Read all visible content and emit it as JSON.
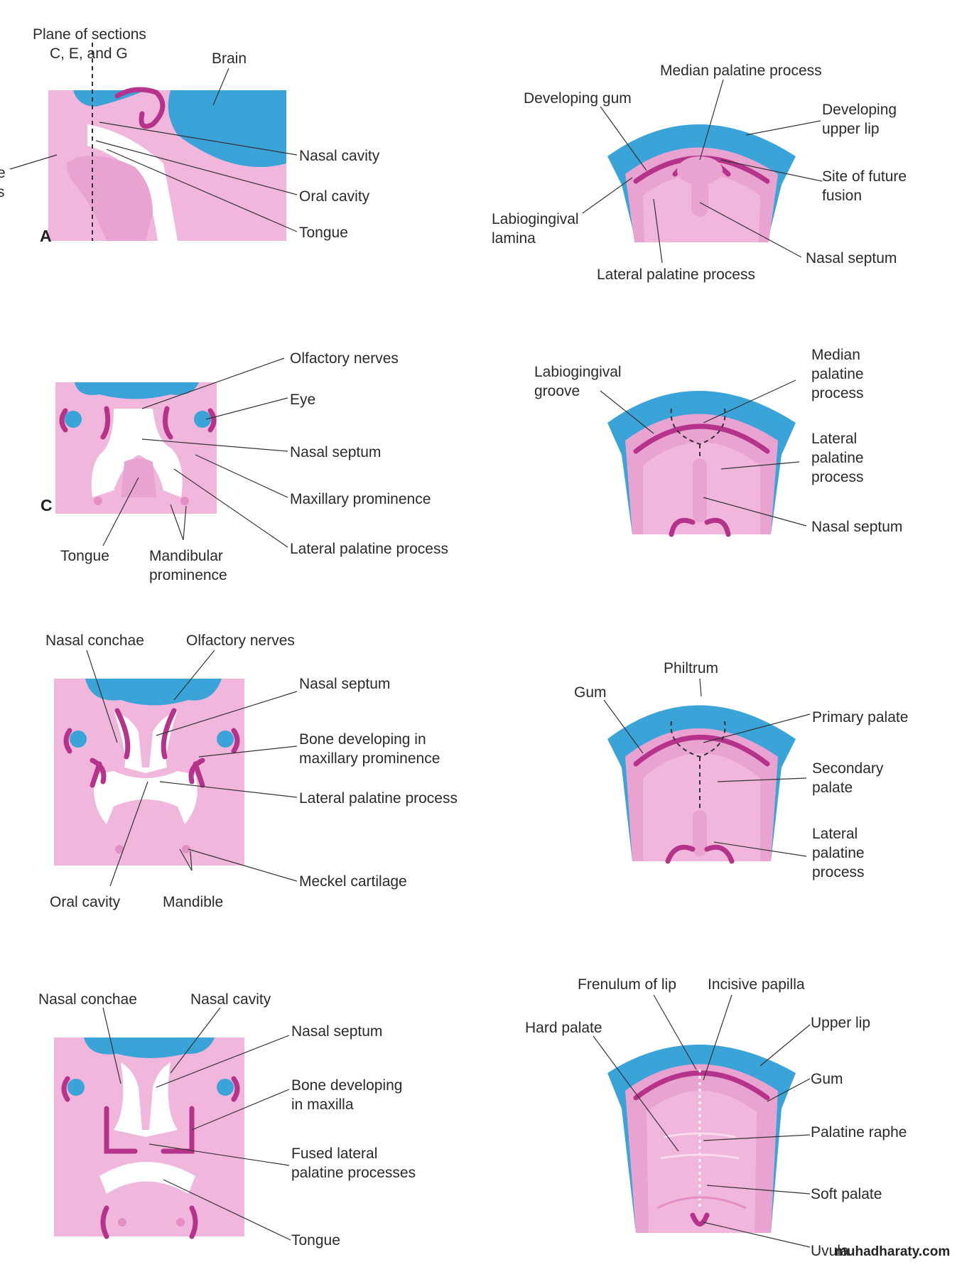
{
  "panels": {
    "a": {
      "letter": "A",
      "plane_line1": "Plane of sections",
      "plane_line2": "C, E, and G",
      "brain": "Brain",
      "nasal_cavity": "Nasal cavity",
      "oral_cavity": "Oral cavity",
      "tongue": "Tongue",
      "cut_label_1": "e",
      "cut_label_2": "s"
    },
    "b": {
      "median_palatine_process": "Median palatine process",
      "developing_gum": "Developing gum",
      "developing_upper_lip_1": "Developing",
      "developing_upper_lip_2": "upper lip",
      "site_future_fusion_1": "Site of future",
      "site_future_fusion_2": "fusion",
      "labiogingival_lamina_1": "Labiogingival",
      "labiogingival_lamina_2": "lamina",
      "nasal_septum": "Nasal septum",
      "lateral_palatine_process": "Lateral palatine process"
    },
    "c": {
      "letter": "C",
      "olfactory_nerves": "Olfactory nerves",
      "eye": "Eye",
      "nasal_septum": "Nasal septum",
      "maxillary_prominence": "Maxillary prominence",
      "lateral_palatine_process": "Lateral palatine process",
      "tongue": "Tongue",
      "mandibular_prominence_1": "Mandibular",
      "mandibular_prominence_2": "prominence"
    },
    "d": {
      "labiogingival_groove_1": "Labiogingival",
      "labiogingival_groove_2": "groove",
      "median_palatine_1": "Median",
      "median_palatine_2": "palatine",
      "median_palatine_3": "process",
      "lateral_palatine_1": "Lateral",
      "lateral_palatine_2": "palatine",
      "lateral_palatine_3": "process",
      "nasal_septum": "Nasal septum"
    },
    "e": {
      "nasal_conchae": "Nasal conchae",
      "olfactory_nerves": "Olfactory nerves",
      "nasal_septum": "Nasal septum",
      "bone_maxillary_1": "Bone developing in",
      "bone_maxillary_2": "maxillary prominence",
      "lateral_palatine_process": "Lateral palatine process",
      "meckel_cartilage": "Meckel cartilage",
      "oral_cavity": "Oral cavity",
      "mandible": "Mandible"
    },
    "f": {
      "philtrum": "Philtrum",
      "gum": "Gum",
      "primary_palate": "Primary palate",
      "secondary_palate_1": "Secondary",
      "secondary_palate_2": "palate",
      "lateral_palatine_1": "Lateral",
      "lateral_palatine_2": "palatine",
      "lateral_palatine_3": "process"
    },
    "g": {
      "nasal_conchae": "Nasal conchae",
      "nasal_cavity": "Nasal cavity",
      "nasal_septum": "Nasal septum",
      "bone_maxilla_1": "Bone developing",
      "bone_maxilla_2": "in maxilla",
      "fused_lateral_1": "Fused lateral",
      "fused_lateral_2": "palatine processes",
      "tongue": "Tongue"
    },
    "h": {
      "frenulum_of_lip": "Frenulum of lip",
      "incisive_papilla": "Incisive papilla",
      "hard_palate": "Hard palate",
      "upper_lip": "Upper lip",
      "gum": "Gum",
      "palatine_raphe": "Palatine raphe",
      "soft_palate": "Soft palate",
      "uvula": "Uvula"
    }
  },
  "watermark": "muhadharaty.com",
  "colors": {
    "tissue_pink": "#f1b6dc",
    "brain_blue": "#3aa3d8",
    "bone_magenta": "#b5338a"
  }
}
